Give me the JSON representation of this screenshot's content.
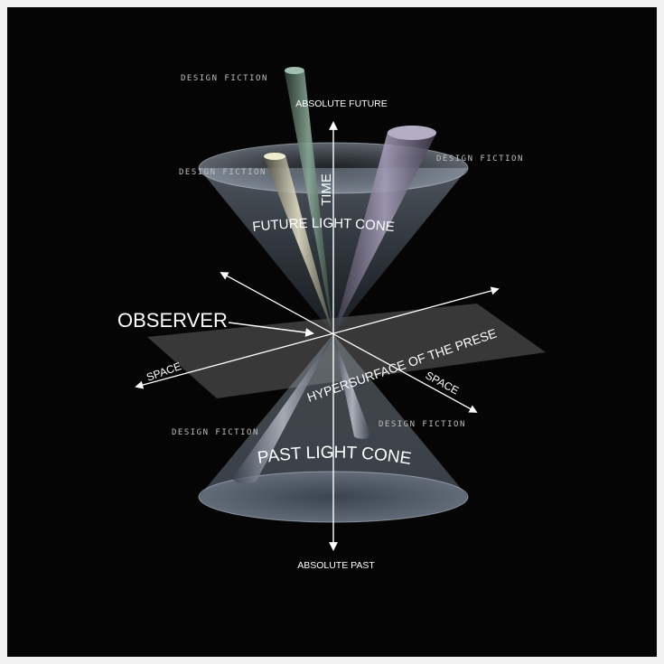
{
  "labels": {
    "absolute_future": "ABSOLUTE FUTURE",
    "absolute_past": "ABSOLUTE PAST",
    "time": "TIME",
    "observer": "OBSERVER",
    "space_left": "SPACE",
    "space_right": "SPACE",
    "future_light_cone": "FUTURE LIGHT CONE",
    "past_light_cone": "PAST LIGHT CONE",
    "hypersurface": "HYPERSURFACE OF THE PRESENT",
    "design_fiction": "DESIGN FICTION"
  },
  "colors": {
    "background": "#050505",
    "outer_frame": "#f2f2f2",
    "cone_fill": "#5f6d7e",
    "plane_fill": "#7a7a7a",
    "line": "#ffffff",
    "beam_green": "#6e8a7c",
    "beam_purple": "#8a82a0",
    "beam_cream": "#dcd8b8"
  }
}
